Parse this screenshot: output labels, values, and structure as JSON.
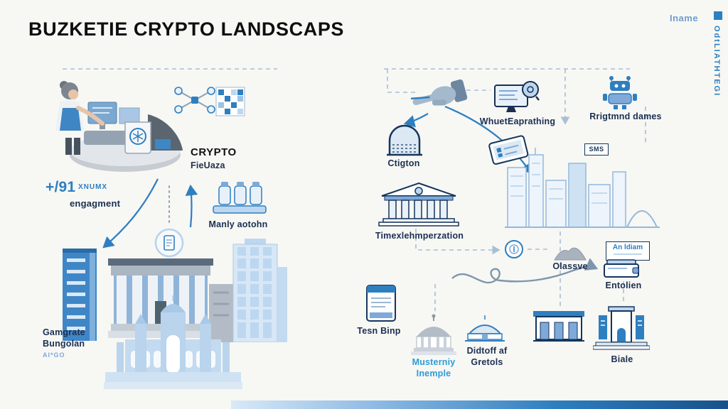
{
  "header": {
    "title": "BUZKETIE CRYPTO LANDSCAPS",
    "corner_label": "Iname",
    "side_label": "OdtLIATHTEGI"
  },
  "left_panel": {
    "crypto_title": "CRYPTO",
    "crypto_sub": "FieUaza",
    "stat_value": "+/91",
    "stat_suffix": "XNUMX",
    "stat_label": "engagment",
    "machine_label": "Manly aotohn",
    "district_line1": "Gamgrate",
    "district_line2": "Bungolan",
    "district_sub": "AI*GO"
  },
  "flow": {
    "gate_label": "Ctigton",
    "computer_label": "WhuetEaprathing",
    "robot_label": "Rrigtmnd dames",
    "sms_tag": "SMS",
    "bank_label": "Timexlehmperzation",
    "pile_label": "Olassve",
    "idiom_box": "An ldiam",
    "wallet_label": "Entolien",
    "device_label": "Tesn Binp",
    "dome1_line1": "Musterniy",
    "dome1_line2": "Inemple",
    "dome2_line1": "Didtoff af",
    "dome2_line2": "Gretols",
    "gatehouse_label": "Biale"
  },
  "colors": {
    "accent_blue": "#2e7fc0",
    "dark_navy": "#1b2f52",
    "light_blue": "#cfe2f3",
    "title_black": "#0e0e0e",
    "teal_label": "#2e9bd6"
  }
}
